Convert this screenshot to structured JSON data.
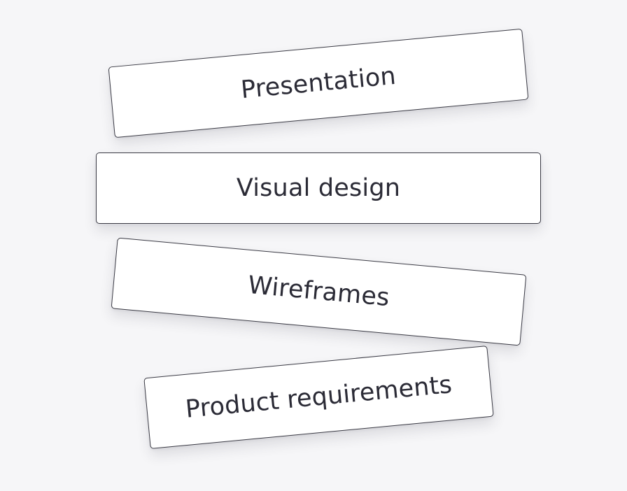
{
  "cards": [
    {
      "label": "Presentation"
    },
    {
      "label": "Visual design"
    },
    {
      "label": "Wireframes"
    },
    {
      "label": "Product requirements"
    }
  ],
  "colors": {
    "background": "#f6f6f8",
    "card": "#ffffff",
    "border": "#3a3a44",
    "text": "#2b2b36"
  }
}
